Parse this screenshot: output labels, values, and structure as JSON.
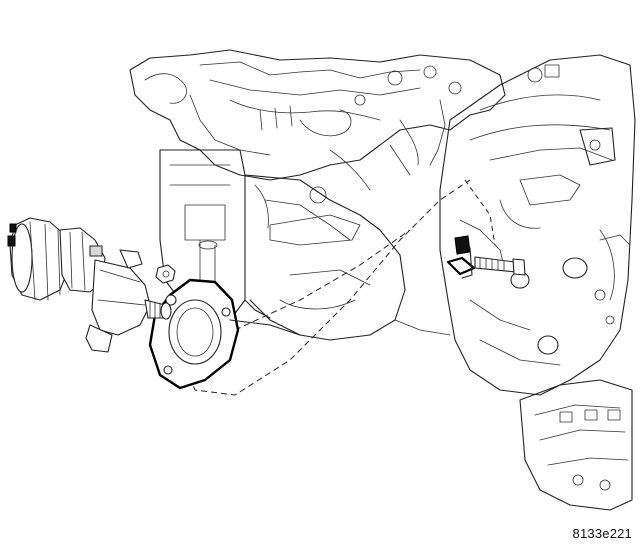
{
  "figure_id": "8133e221",
  "parts": {
    "starter_motor": "starter-motor",
    "gasket": "starter-gasket",
    "mounting_bolt": "mounting-bolt",
    "engine_block": "engine-block",
    "transmission_housing": "transmission-bellhousing",
    "nut": "starter-nut"
  }
}
